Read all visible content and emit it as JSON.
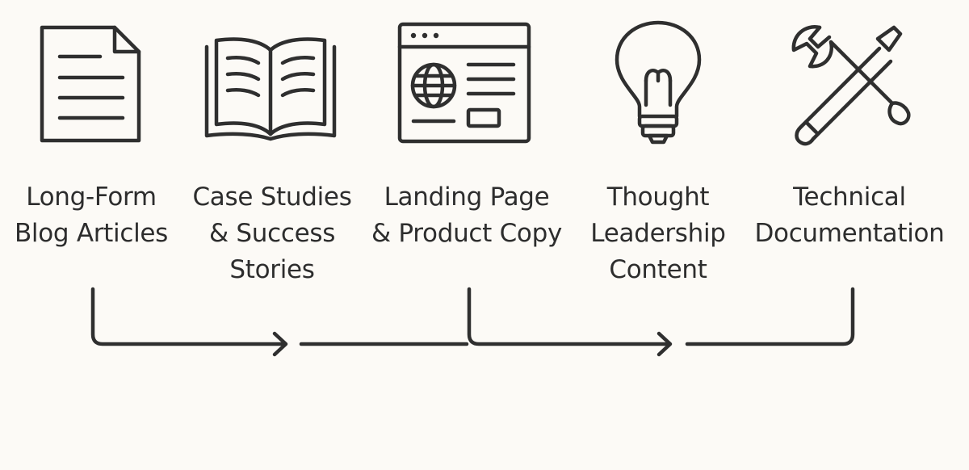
{
  "diagram": {
    "items": [
      {
        "id": "blog",
        "icon": "document-icon",
        "lines": [
          "Long-Form",
          "Blog Articles"
        ]
      },
      {
        "id": "case-studies",
        "icon": "open-book-icon",
        "lines": [
          "Case Studies",
          "& Success",
          "Stories"
        ]
      },
      {
        "id": "landing",
        "icon": "web-page-icon",
        "lines": [
          "Landing Page",
          "& Product Copy"
        ]
      },
      {
        "id": "thought",
        "icon": "lightbulb-icon",
        "lines": [
          "Thought",
          "Leadership",
          "Content"
        ]
      },
      {
        "id": "technical",
        "icon": "tools-icon",
        "lines": [
          "Technical",
          "Documentation"
        ]
      }
    ]
  }
}
